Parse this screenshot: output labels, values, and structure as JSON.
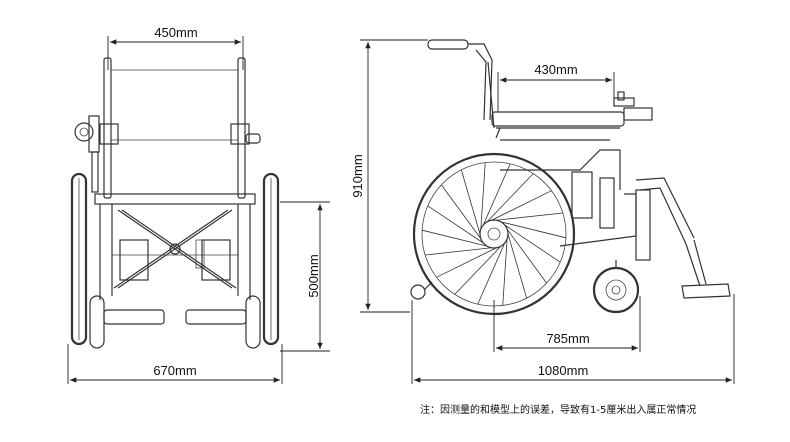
{
  "front_view": {
    "width_top": "450mm",
    "width_overall": "670mm",
    "height_seat": "500mm"
  },
  "side_view": {
    "height_total": "910mm",
    "seat_depth": "430mm",
    "wheelbase": "785mm",
    "length_total": "1080mm"
  },
  "note": "注：因测量的和模型上的误差，导致有1-5厘米出入属正常情况"
}
